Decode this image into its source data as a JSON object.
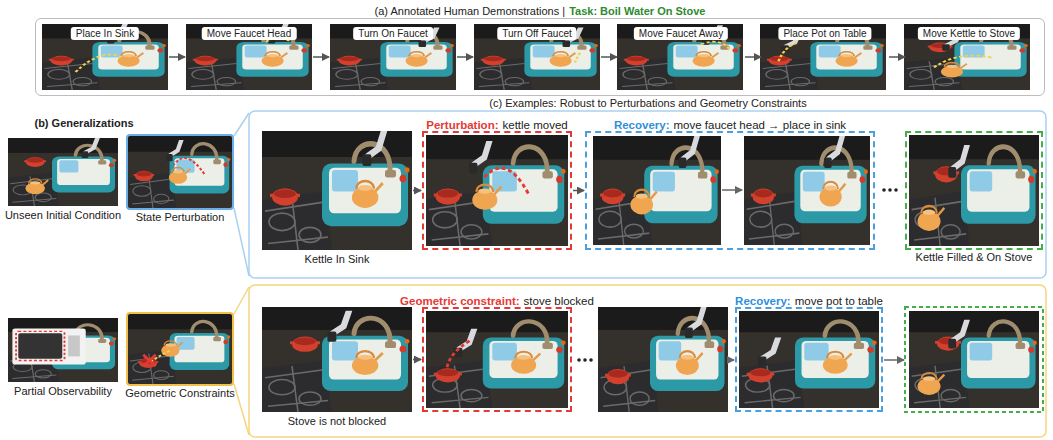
{
  "diagram": {
    "nodes": [
      {
        "text": [
          "(a) Annotated Human Demonstrations |",
          "Task: Boil Water On Stove"
        ]
      },
      {
        "text": [
          "Place In Sink"
        ],
        "in": 0
      },
      {
        "text": [
          "Move Faucet Head"
        ],
        "in": 0
      },
      {
        "text": [
          "Turn On Faucet"
        ],
        "in": 0
      },
      {
        "text": [
          "Turn Off Faucet"
        ],
        "in": 0
      },
      {
        "text": [
          "Move Faucet Away"
        ],
        "in": 0
      },
      {
        "text": [
          "Place Pot on Table"
        ],
        "in": 0
      },
      {
        "text": [
          "Move Kettle to Stove"
        ],
        "in": 0
      },
      {
        "text": [
          "Unseen Initial Condition"
        ]
      },
      {
        "text": [
          "State Perturbation"
        ]
      },
      {
        "text": [
          "Partial Observability"
        ]
      },
      {
        "text": [
          "Geometric Constraints"
        ]
      },
      {
        "text": [
          "Kettle In Sink"
        ]
      },
      {
        "text": [
          "Perturbation:",
          "kettle moved"
        ]
      },
      {
        "text": [
          "Recovery:",
          "move faucet head → place in sink"
        ]
      },
      {
        "text": [
          "Kettle Filled & On Stove"
        ]
      },
      {
        "text": [
          "Stove is not blocked"
        ]
      },
      {
        "text": [
          "Geometric constraint:",
          "stove blocked"
        ]
      },
      {
        "text": [
          "Recovery:",
          "move pot to table"
        ]
      }
    ],
    "edges": [
      {
        "from": 1,
        "to": 2,
        "arrow": "to"
      },
      {
        "from": 2,
        "to": 3,
        "arrow": "to"
      },
      {
        "from": 3,
        "to": 4,
        "arrow": "to"
      },
      {
        "from": 4,
        "to": 5,
        "arrow": "to"
      },
      {
        "from": 5,
        "to": 6,
        "arrow": "to"
      },
      {
        "from": 6,
        "to": 7,
        "arrow": "to"
      },
      {
        "from": 12,
        "to": 13,
        "arrow": "to"
      },
      {
        "from": 13,
        "to": 14,
        "arrow": "to"
      },
      {
        "from": 16,
        "to": 17,
        "arrow": "to"
      }
    ],
    "labels": [
      "(b) Generalizations",
      "(c) Examples: Robust to Perturbations and Geometry Constraints"
    ]
  }
}
